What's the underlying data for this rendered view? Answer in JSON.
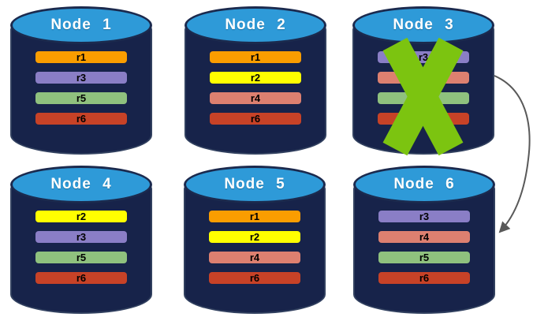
{
  "diagram": {
    "background_color": "#FFFFFF",
    "node_body_color": "#17234A",
    "node_top_color": "#2E9AD8",
    "node_title_color": "#FFFFFF",
    "failure_x_color": "#7CC410",
    "arrow_color": "#595959"
  },
  "replica_colors": {
    "r1": "#FA9D00",
    "r2": "#FFFF00",
    "r3": "#8A7EC6",
    "r4": "#DD8070",
    "r5": "#8FC17E",
    "r6": "#C74227"
  },
  "nodes": [
    {
      "label": "Node 1",
      "failed": false,
      "replicas": [
        {
          "name": "r1",
          "color": "#FA9D00"
        },
        {
          "name": "r3",
          "color": "#8A7EC6"
        },
        {
          "name": "r5",
          "color": "#8FC17E"
        },
        {
          "name": "r6",
          "color": "#C74227"
        }
      ]
    },
    {
      "label": "Node 2",
      "failed": false,
      "replicas": [
        {
          "name": "r1",
          "color": "#FA9D00"
        },
        {
          "name": "r2",
          "color": "#FFFF00"
        },
        {
          "name": "r4",
          "color": "#DD8070"
        },
        {
          "name": "r6",
          "color": "#C74227"
        }
      ]
    },
    {
      "label": "Node 3",
      "failed": true,
      "replicas": [
        {
          "name": "r3",
          "color": "#8A7EC6"
        },
        {
          "name": "r4",
          "color": "#DD8070"
        },
        {
          "name": "r5",
          "color": "#8FC17E"
        },
        {
          "name": "r6",
          "color": "#C74227"
        }
      ]
    },
    {
      "label": "Node 4",
      "failed": false,
      "replicas": [
        {
          "name": "r2",
          "color": "#FFFF00"
        },
        {
          "name": "r3",
          "color": "#8A7EC6"
        },
        {
          "name": "r5",
          "color": "#8FC17E"
        },
        {
          "name": "r6",
          "color": "#C74227"
        }
      ]
    },
    {
      "label": "Node 5",
      "failed": false,
      "replicas": [
        {
          "name": "r1",
          "color": "#FA9D00"
        },
        {
          "name": "r2",
          "color": "#FFFF00"
        },
        {
          "name": "r4",
          "color": "#DD8070"
        },
        {
          "name": "r6",
          "color": "#C74227"
        }
      ]
    },
    {
      "label": "Node 6",
      "failed": false,
      "replicas": [
        {
          "name": "r3",
          "color": "#8A7EC6"
        },
        {
          "name": "r4",
          "color": "#DD8070"
        },
        {
          "name": "r5",
          "color": "#8FC17E"
        },
        {
          "name": "r6",
          "color": "#C74227"
        }
      ]
    }
  ],
  "failure_marker": {
    "node": "Node 3",
    "shape": "x-cross",
    "color": "#7CC410"
  },
  "arrow": {
    "from": "Node 3",
    "to": "Node 6",
    "color": "#595959"
  }
}
